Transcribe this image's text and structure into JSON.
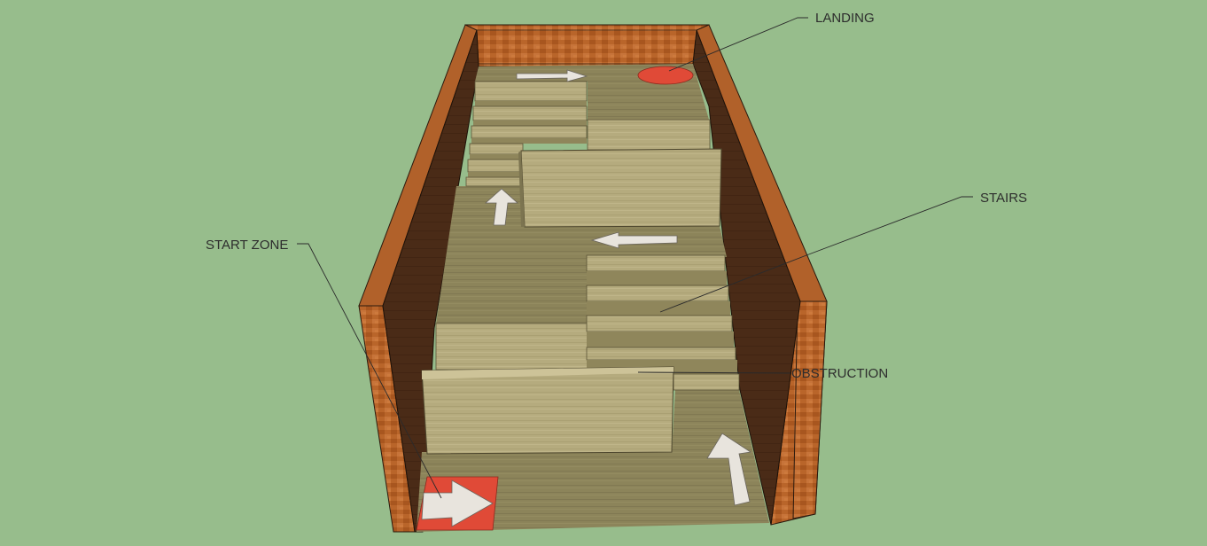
{
  "diagram": {
    "callouts": {
      "landing": "LANDING",
      "stairs": "STAIRS",
      "start_zone": "START ZONE",
      "obstruction": "OBSTRUCTION"
    },
    "icons": [
      "arrow-right-icon",
      "arrow-up-icon",
      "arrow-left-icon",
      "start-zone-arrow-icon",
      "landing-marker-icon"
    ],
    "colors": {
      "background": "#97bd8c",
      "wall_outer": "#b8652a",
      "wall_inner": "#4a2a16",
      "wood_floor": "#8a8256",
      "wood_block": "#b7ad80",
      "landing_marker": "#e04a37",
      "start_zone": "#e04a37",
      "arrow": "#e6e2dc"
    }
  }
}
